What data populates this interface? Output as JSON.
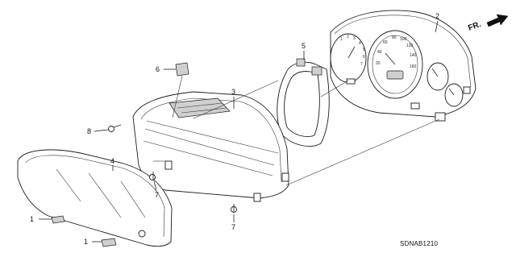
{
  "diagram": {
    "code": "SDNAB1210",
    "direction_label": "FR.",
    "callouts": [
      {
        "id": "c1a",
        "number": "1"
      },
      {
        "id": "c1b",
        "number": "1"
      },
      {
        "id": "c2",
        "number": "2"
      },
      {
        "id": "c3",
        "number": "3"
      },
      {
        "id": "c4",
        "number": "4"
      },
      {
        "id": "c5",
        "number": "5"
      },
      {
        "id": "c6",
        "number": "6"
      },
      {
        "id": "c7a",
        "number": "7"
      },
      {
        "id": "c7b",
        "number": "7"
      },
      {
        "id": "c8",
        "number": "8"
      }
    ],
    "speedometer_scale": [
      "20",
      "40",
      "60",
      "80",
      "100",
      "120",
      "140",
      "160"
    ],
    "tachometer_scale": [
      "1",
      "2",
      "3",
      "4",
      "5",
      "6",
      "7"
    ]
  }
}
